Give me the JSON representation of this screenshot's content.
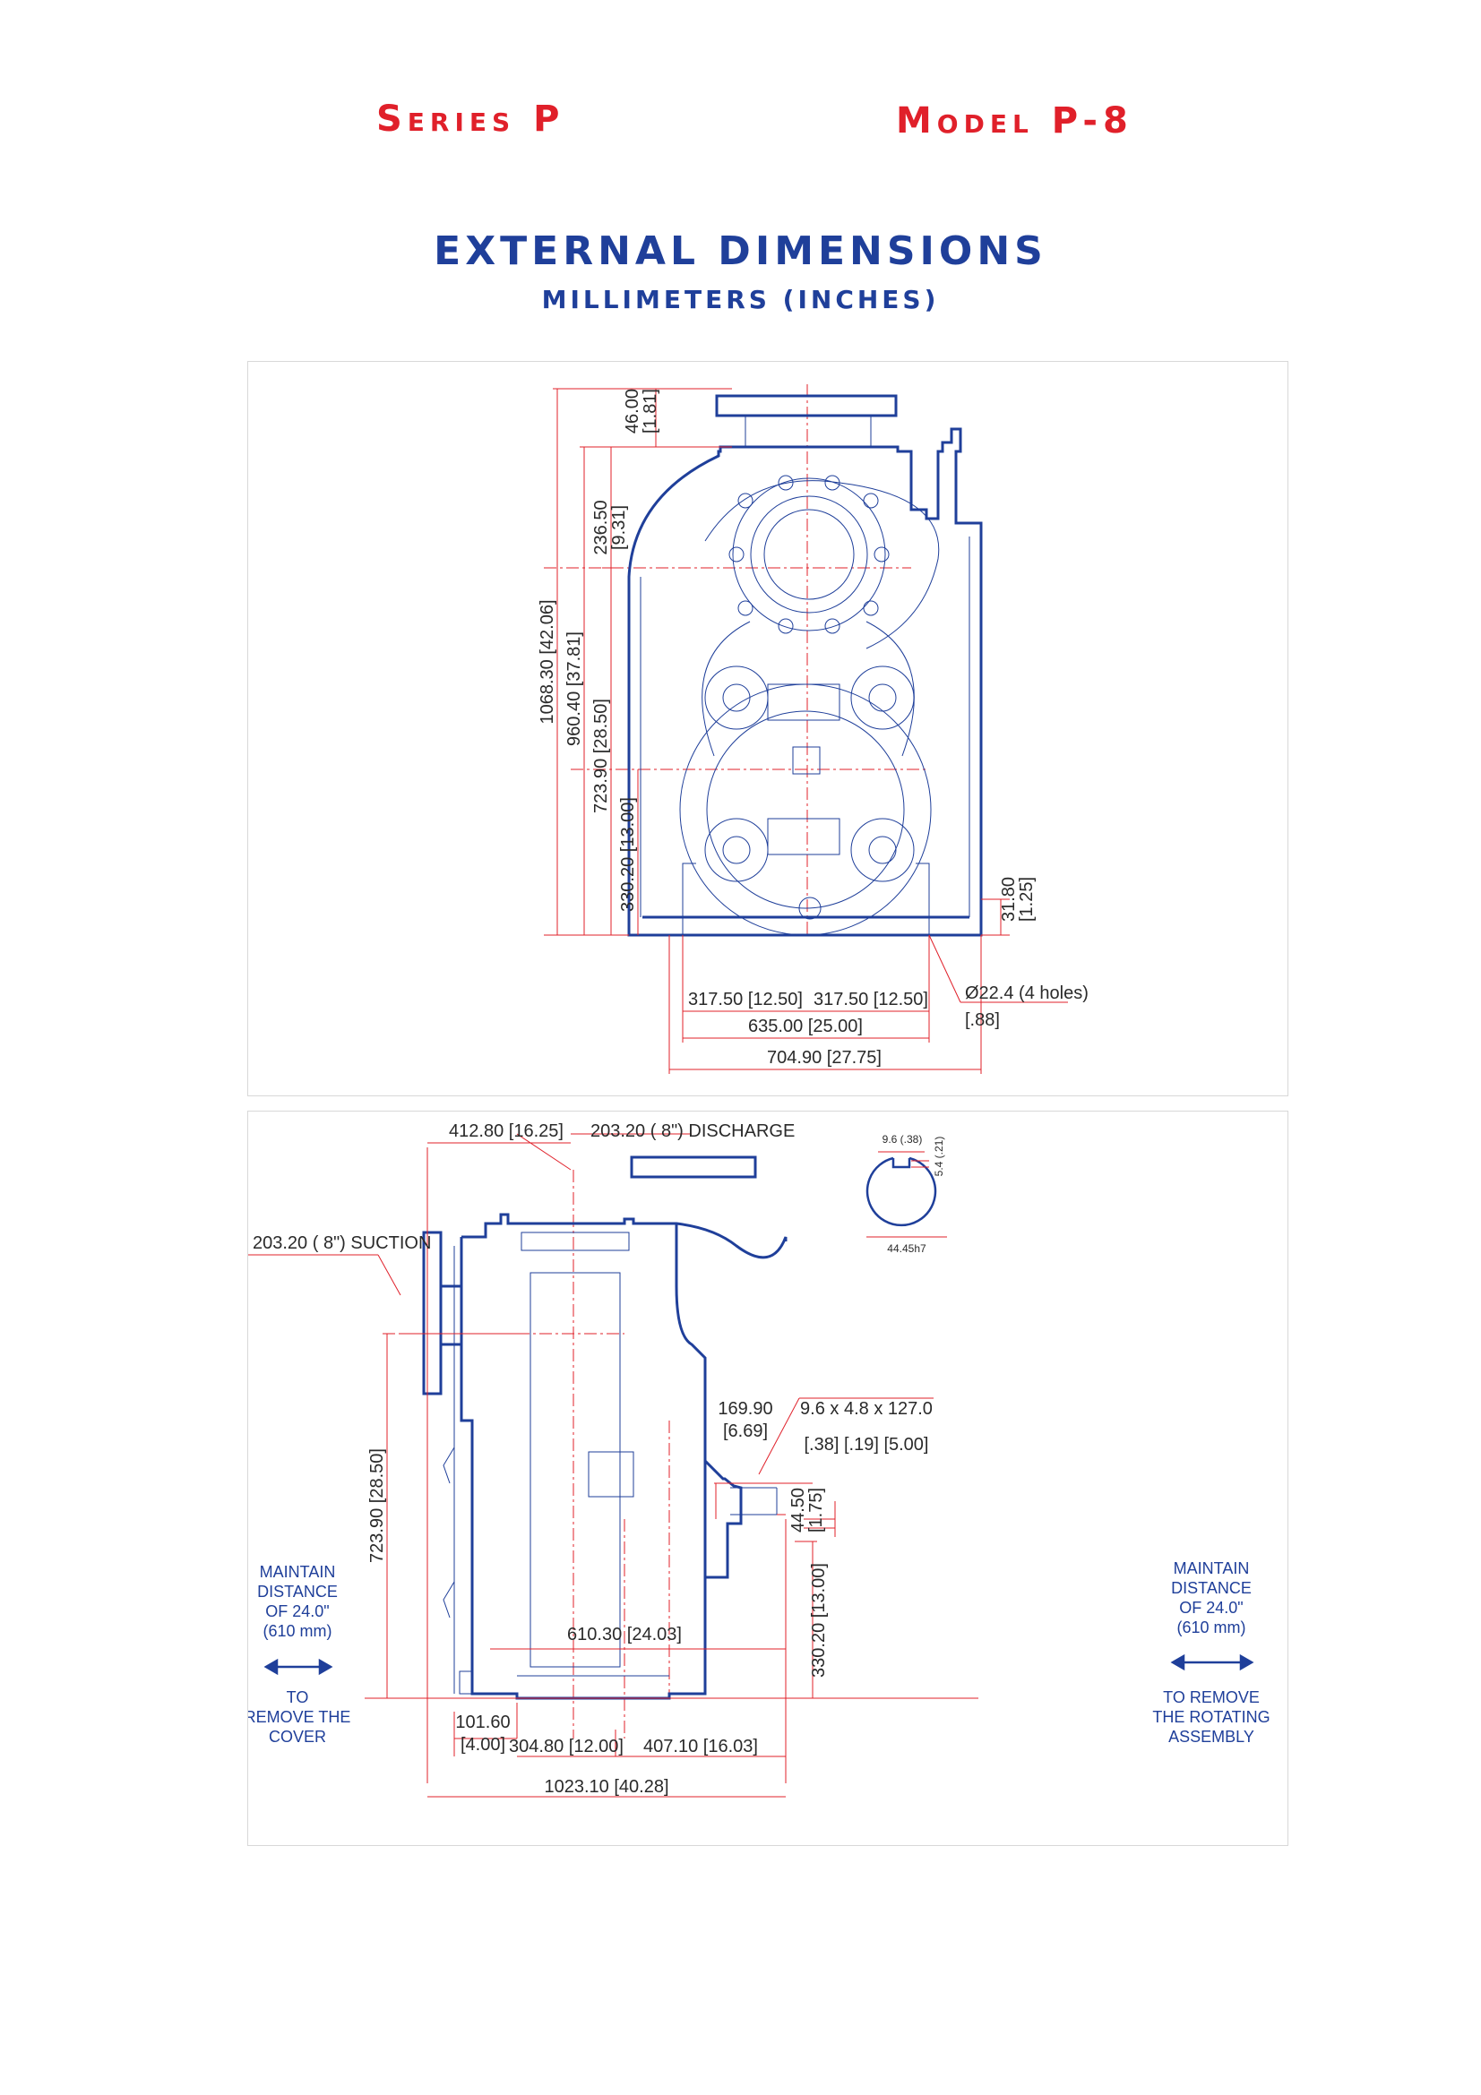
{
  "header": {
    "series": "Series P",
    "model": "Model P-8",
    "title": "EXTERNAL DIMENSIONS",
    "subtitle": "MILLIMETERS (INCHES)"
  },
  "colors": {
    "outline": "#1f3f9a",
    "dimension": "#e0202a",
    "title": "#1f3f9a",
    "header": "#e0202a"
  },
  "front_view": {
    "dims": {
      "d_46": "46.00",
      "d_46_in": "[1.81]",
      "d_236": "236.50",
      "d_236_in": "[9.31]",
      "d_1068": "1068.30 [42.06]",
      "d_960": "960.40 [37.81]",
      "d_723": "723.90 [28.50]",
      "d_330": "330.20 [13.00]",
      "d_31": "31.80",
      "d_31_in": "[1.25]",
      "d_317a": "317.50 [12.50]",
      "d_317b": "317.50 [12.50]",
      "d_635": "635.00 [25.00]",
      "d_704": "704.90 [27.75]",
      "holes": "Ø22.4 (4 holes)",
      "holes_in": "[.88]"
    }
  },
  "side_view": {
    "dims": {
      "d_412": "412.80 [16.25]",
      "discharge": "203.20 ( 8\") DISCHARGE",
      "suction": "203.20 ( 8\") SUCTION",
      "d_723": "723.90 [28.50]",
      "d_169": "169.90",
      "d_169_in": "[6.69]",
      "key": "9.6 x 4.8 x 127.0",
      "key_in": "[.38] [.19] [5.00]",
      "d_44": "44.50",
      "d_44_in": "[1.75]",
      "d_330": "330.20 [13.00]",
      "d_610": "610.30 [24.03]",
      "d_101": "101.60",
      "d_101_in": "[4.00]",
      "d_304": "304.80 [12.00]",
      "d_407": "407.10 [16.03]",
      "d_1023": "1023.10 [40.28]"
    },
    "shaft_detail": {
      "key_width": "9.6 (.38)",
      "key_depth": "5.4 (.21)",
      "shaft_dia": "44.45h7"
    },
    "left_note": [
      "MAINTAIN",
      "DISTANCE",
      "OF 24.0\"",
      "(610 mm)",
      "TO",
      "REMOVE THE",
      "COVER"
    ],
    "right_note": [
      "MAINTAIN",
      "DISTANCE",
      "OF 24.0\"",
      "(610 mm)",
      "TO REMOVE",
      "THE ROTATING",
      "ASSEMBLY"
    ]
  }
}
